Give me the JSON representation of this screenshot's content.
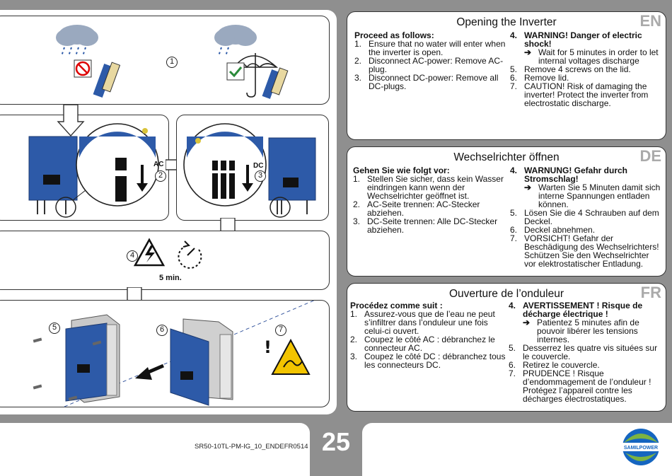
{
  "illustrations": {
    "step1_num": "1",
    "step2_num": "2",
    "step3_num": "3",
    "step4_num": "4",
    "step5_num": "5",
    "step6_num": "6",
    "step7_num": "7",
    "ac_label": "AC",
    "dc_label": "DC",
    "wait_label": "5 min."
  },
  "en": {
    "lang": "EN",
    "title": "Opening the Inverter",
    "proceed": "Proceed as follows:",
    "items_left": [
      {
        "n": "1.",
        "t": "Ensure that no water will enter when the inverter is open."
      },
      {
        "n": "2.",
        "t": "Disconnect AC-power: Remove AC-plug."
      },
      {
        "n": "3.",
        "t": "Disconnect DC-power: Remove all DC-plugs."
      }
    ],
    "warn_n": "4.",
    "warn_title": "WARNING! Danger of electric shock!",
    "warn_arrow": "➔",
    "warn_sub": "Wait for 5 minutes in order to let internal voltages discharge",
    "items_right": [
      {
        "n": "5.",
        "t": "Remove 4 screws on the lid."
      },
      {
        "n": "6.",
        "t": "Remove lid."
      },
      {
        "n": "7.",
        "t": "CAUTION! Risk of damaging the inverter! Protect the inverter from electrostatic discharge."
      }
    ]
  },
  "de": {
    "lang": "DE",
    "title": "Wechselrichter öffnen",
    "proceed": "Gehen Sie wie folgt vor:",
    "items_left": [
      {
        "n": "1.",
        "t": "Stellen Sie sicher, dass kein Wasser eindringen kann wenn der Wechselrichter geöffnet ist."
      },
      {
        "n": "2.",
        "t": "AC-Seite trennen: AC-Stecker abziehen."
      },
      {
        "n": "3.",
        "t": "DC-Seite trennen: Alle DC-Stecker abziehen."
      }
    ],
    "warn_n": "4.",
    "warn_title": "WARNUNG! Gefahr durch Stromschlag!",
    "warn_arrow": "➔",
    "warn_sub": "Warten Sie 5 Minuten damit sich interne Spannungen entladen können.",
    "items_right": [
      {
        "n": "5.",
        "t": "Lösen Sie die 4 Schrauben auf dem Deckel."
      },
      {
        "n": "6.",
        "t": "Deckel abnehmen."
      },
      {
        "n": "7.",
        "t": "VORSICHT! Gefahr der Beschädigung des Wechselrichters! Schützen Sie den Wechselrichter vor elektrostatischer Entladung."
      }
    ]
  },
  "fr": {
    "lang": "FR",
    "title": "Ouverture de l’onduleur",
    "proceed": "Procédez comme suit :",
    "items_left": [
      {
        "n": "1.",
        "t": "Assurez-vous que de l’eau ne peut s’infiltrer dans l’onduleur une fois celui-ci ouvert."
      },
      {
        "n": "2.",
        "t": "Coupez le côté AC : débranchez le connecteur AC."
      },
      {
        "n": "3.",
        "t": "Coupez le côté DC : débranchez tous les connecteurs DC."
      }
    ],
    "warn_n": "4.",
    "warn_title": "AVERTISSEMENT ! Risque de décharge électrique !",
    "warn_arrow": "➔",
    "warn_sub": "Patientez 5 minutes afin de pouvoir libérer les tensions internes.",
    "items_right": [
      {
        "n": "5.",
        "t": "Desserrez les quatre vis situées sur le couvercle."
      },
      {
        "n": "6.",
        "t": "Retirez le couvercle."
      },
      {
        "n": "7.",
        "t": "PRUDENCE ! Risque d’endommagement de l’onduleur ! Protégez l’appareil contre les décharges électrostatiques."
      }
    ]
  },
  "footer": {
    "doc_id": "SR50-10TL-PM-IG_10_ENDEFR0514",
    "page_number": "25",
    "logo_text": "SAMILPOWER"
  },
  "colors": {
    "inverter_blue": "#2d5aa8",
    "page_gray": "#8f8f8f",
    "logo_green": "#7cb342",
    "logo_blue": "#1565c0"
  }
}
